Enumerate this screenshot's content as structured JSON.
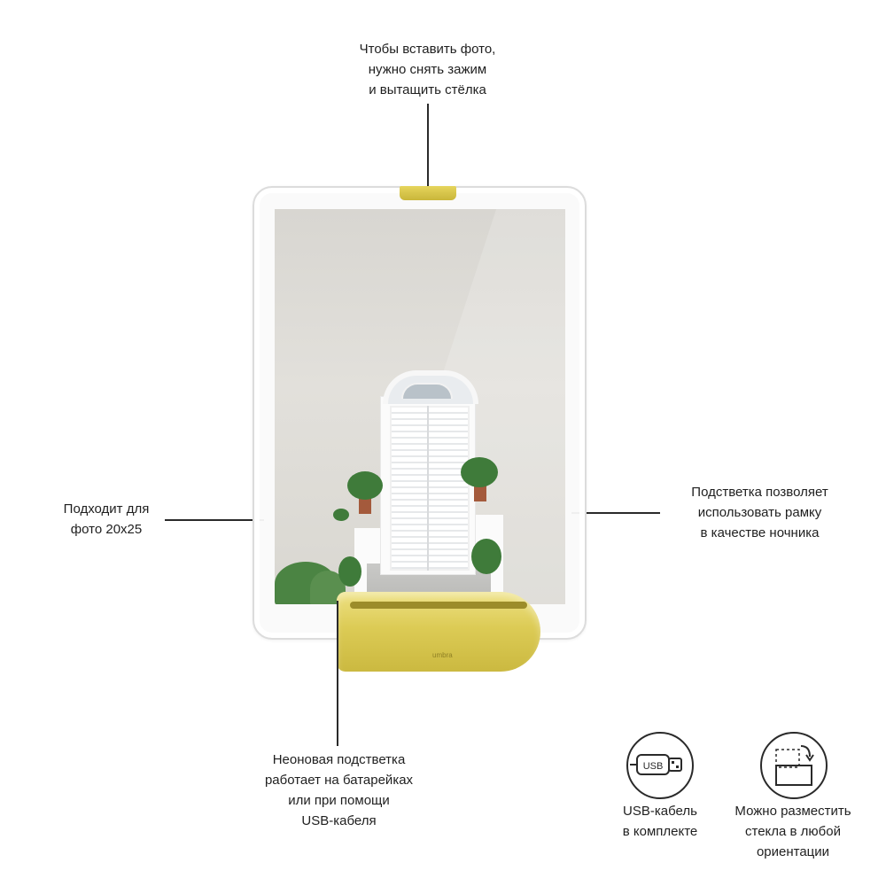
{
  "annotations": {
    "top": "Чтобы вставить фото,\nнужно снять зажим\nи вытащить стёлка",
    "left": "Подходит для\nфото 20х25",
    "right": "Подстветка позволяет\nиспользовать рамку\nв качестве ночника",
    "bottom": "Неоновая подстветка\nработает на батарейках\nили при помощи\nUSB-кабеля"
  },
  "product": {
    "brand_mark": "umbra"
  },
  "features": [
    {
      "icon": "usb-icon",
      "icon_text": "USB",
      "caption": "USB-кабель\nв комплекте"
    },
    {
      "icon": "rotate-orientation-icon",
      "caption": "Можно разместить\nстекла в любой\nориентации"
    }
  ],
  "colors": {
    "brass": "#d6c54d",
    "line": "#2a2a2a",
    "text": "#1f1f1f"
  }
}
